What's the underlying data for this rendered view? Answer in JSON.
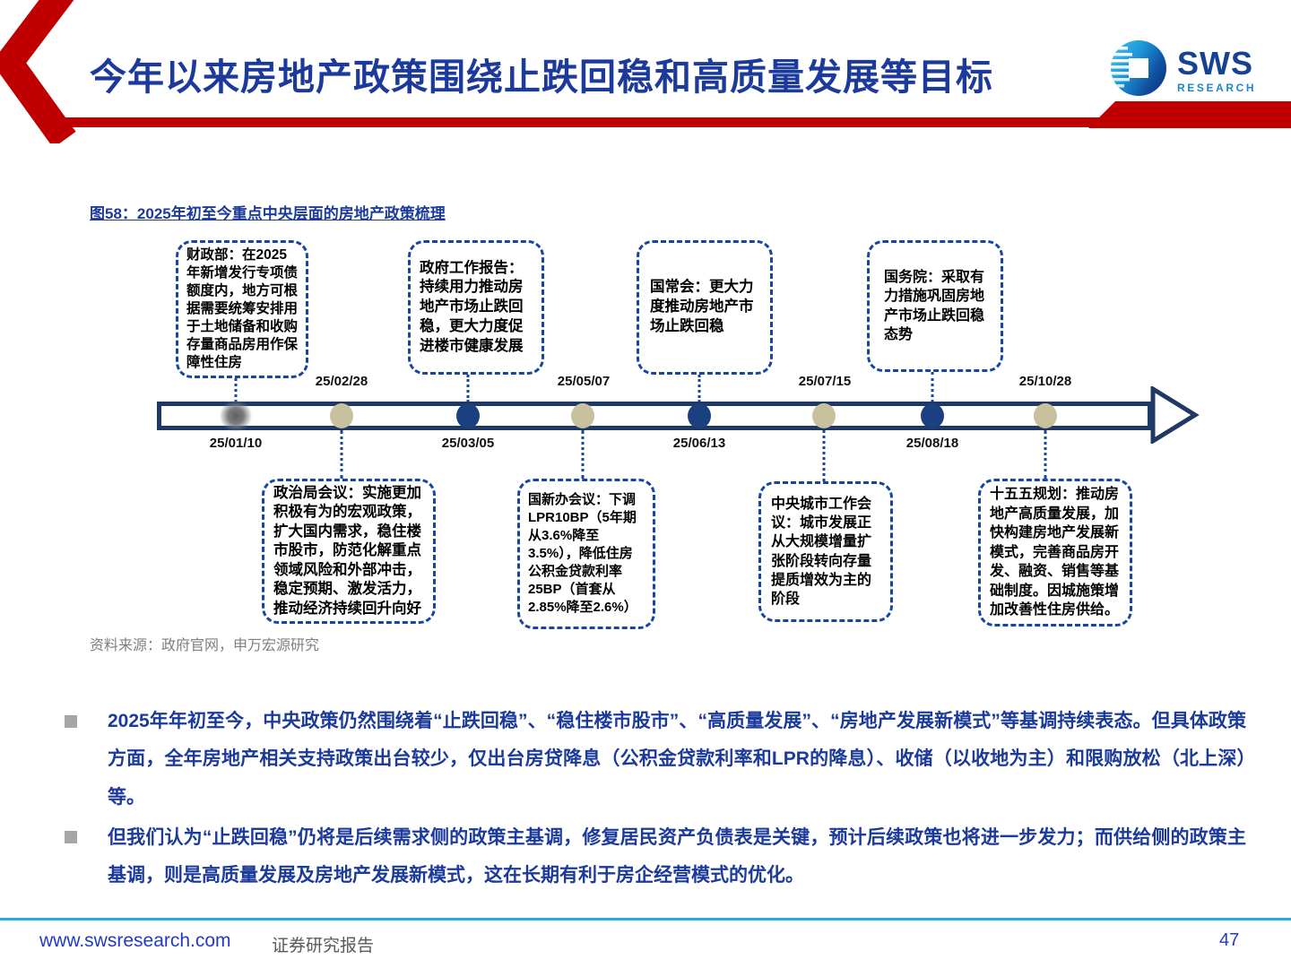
{
  "header": {
    "title": "今年以来房地产政策围绕止跌回稳和高质量发展等目标",
    "accent_red": "#C00000",
    "title_color": "#1B3A9B",
    "logo": {
      "name": "SWS",
      "sub": "RESEARCH"
    }
  },
  "figure": {
    "caption": "图58：2025年初至今重点中央层面的房地产政策梳理",
    "source": "资料来源：政府官网，申万宏源研究",
    "timeline": {
      "border_color": "#1F3864",
      "box_border_color": "#1746A2",
      "dot_colors": {
        "navy": "#1B4080",
        "tan": "#C9C09E",
        "gray": "#6E6E6E"
      },
      "events": [
        {
          "date": "25/01/10",
          "side": "above",
          "dot": "gray",
          "text": "财政部：在2025年新增发行专项债额度内，地方可根据需要统筹安排用于土地储备和收购存量商品房用作保障性住房"
        },
        {
          "date": "25/02/28",
          "side": "below",
          "dot": "tan",
          "text": "政治局会议：实施更加积极有为的宏观政策，扩大国内需求，稳住楼市股市，防范化解重点领域风险和外部冲击，稳定预期、激发活力，推动经济持续回升向好"
        },
        {
          "date": "25/03/05",
          "side": "above",
          "dot": "navy",
          "text": "政府工作报告：持续用力推动房地产市场止跌回稳，更大力度促进楼市健康发展"
        },
        {
          "date": "25/05/07",
          "side": "below",
          "dot": "tan",
          "text": "国新办会议：下调LPR10BP（5年期从3.6%降至3.5%），降低住房公积金贷款利率25BP（首套从2.85%降至2.6%）"
        },
        {
          "date": "25/06/13",
          "side": "above",
          "dot": "navy",
          "text": "国常会：更大力度推动房地产市场止跌回稳"
        },
        {
          "date": "25/07/15",
          "side": "below",
          "dot": "tan",
          "text": "中央城市工作会议：城市发展正从大规模增量扩张阶段转向存量提质增效为主的阶段"
        },
        {
          "date": "25/08/18",
          "side": "above",
          "dot": "navy",
          "text": "国务院：采取有力措施巩固房地产市场止跌回稳态势"
        },
        {
          "date": "25/10/28",
          "side": "below",
          "dot": "tan",
          "text": "十五五规划：推动房地产高质量发展，加快构建房地产发展新模式，完善商品房开发、融资、销售等基础制度。因城施策增加改善性住房供给。"
        }
      ]
    }
  },
  "bullets": [
    {
      "text": "2025年年初至今，中央政策仍然围绕着“止跌回稳”、“稳住楼市股市”、“高质量发展”、“房地产发展新模式”等基调持续表态。但具体政策方面，全年房地产相关支持政策出台较少，仅出台房贷降息（公积金贷款利率和LPR的降息）、收储（以收地为主）和限购放松（北上深）等。"
    },
    {
      "text": "但我们认为“止跌回稳”仍将是后续需求侧的政策主基调，修复居民资产负债表是关键，预计后续政策也将进一步发力；而供给侧的政策主基调，则是高质量发展及房地产发展新模式，这在长期有利于房企经营模式的优化。"
    }
  ],
  "footer": {
    "url": "www.swsresearch.com",
    "report_label": "证券研究报告",
    "page": "47",
    "line_color": "#29ABE2"
  }
}
